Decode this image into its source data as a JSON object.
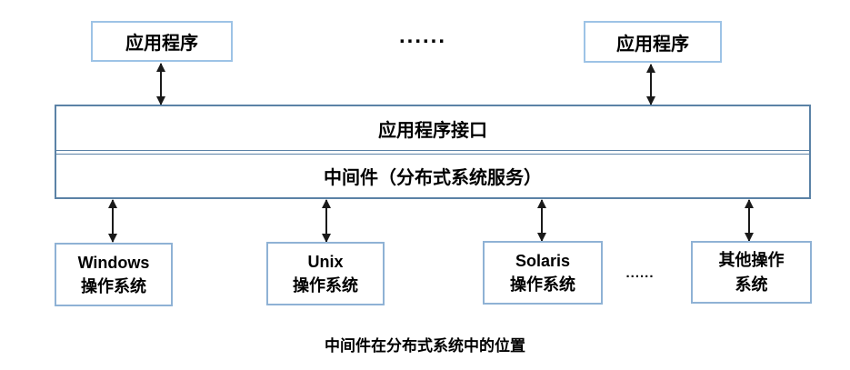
{
  "diagram": {
    "caption": "中间件在分布式系统中的位置",
    "ellipsis_top": "......",
    "ellipsis_bottom": "......",
    "app_boxes": [
      {
        "label": "应用程序"
      },
      {
        "label": "应用程序"
      }
    ],
    "middleware": {
      "api_label": "应用程序接口",
      "middleware_label": "中间件（分布式系统服务）"
    },
    "os_boxes": [
      {
        "lines": [
          "Windows",
          "操作系统"
        ]
      },
      {
        "lines": [
          "Unix",
          "操作系统"
        ]
      },
      {
        "lines": [
          "Solaris",
          "操作系统"
        ]
      },
      {
        "lines": [
          "其他操作",
          "系统"
        ]
      }
    ],
    "colors": {
      "app_box_border": "#9DC3E6",
      "os_box_border": "#8FB2D5",
      "middleware_border": "#5B82A6",
      "arrow": "#1a1a1a",
      "text": "#000000",
      "background": "#ffffff"
    }
  }
}
